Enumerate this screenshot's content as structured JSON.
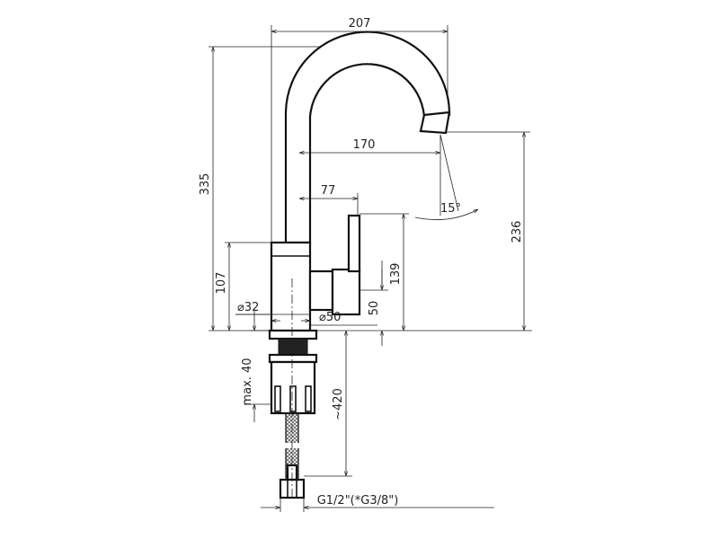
{
  "drawing": {
    "title": "Faucet dimension drawing",
    "dimensions": {
      "overall_reach": "207",
      "spout_reach": "170",
      "lever_offset": "77",
      "spout_angle": "15°",
      "overall_height": "335",
      "spout_height": "236",
      "body_height": "107",
      "lever_height": "139",
      "outlet_height": "50",
      "body_diameter": "⌀32",
      "lever_diameter": "⌀50",
      "max_thickness": "max. 40",
      "hose_length": "~420",
      "connection_thread": "G1/2\"(*G3/8\")"
    },
    "colors": {
      "line": "#111111",
      "background": "#ffffff"
    }
  }
}
